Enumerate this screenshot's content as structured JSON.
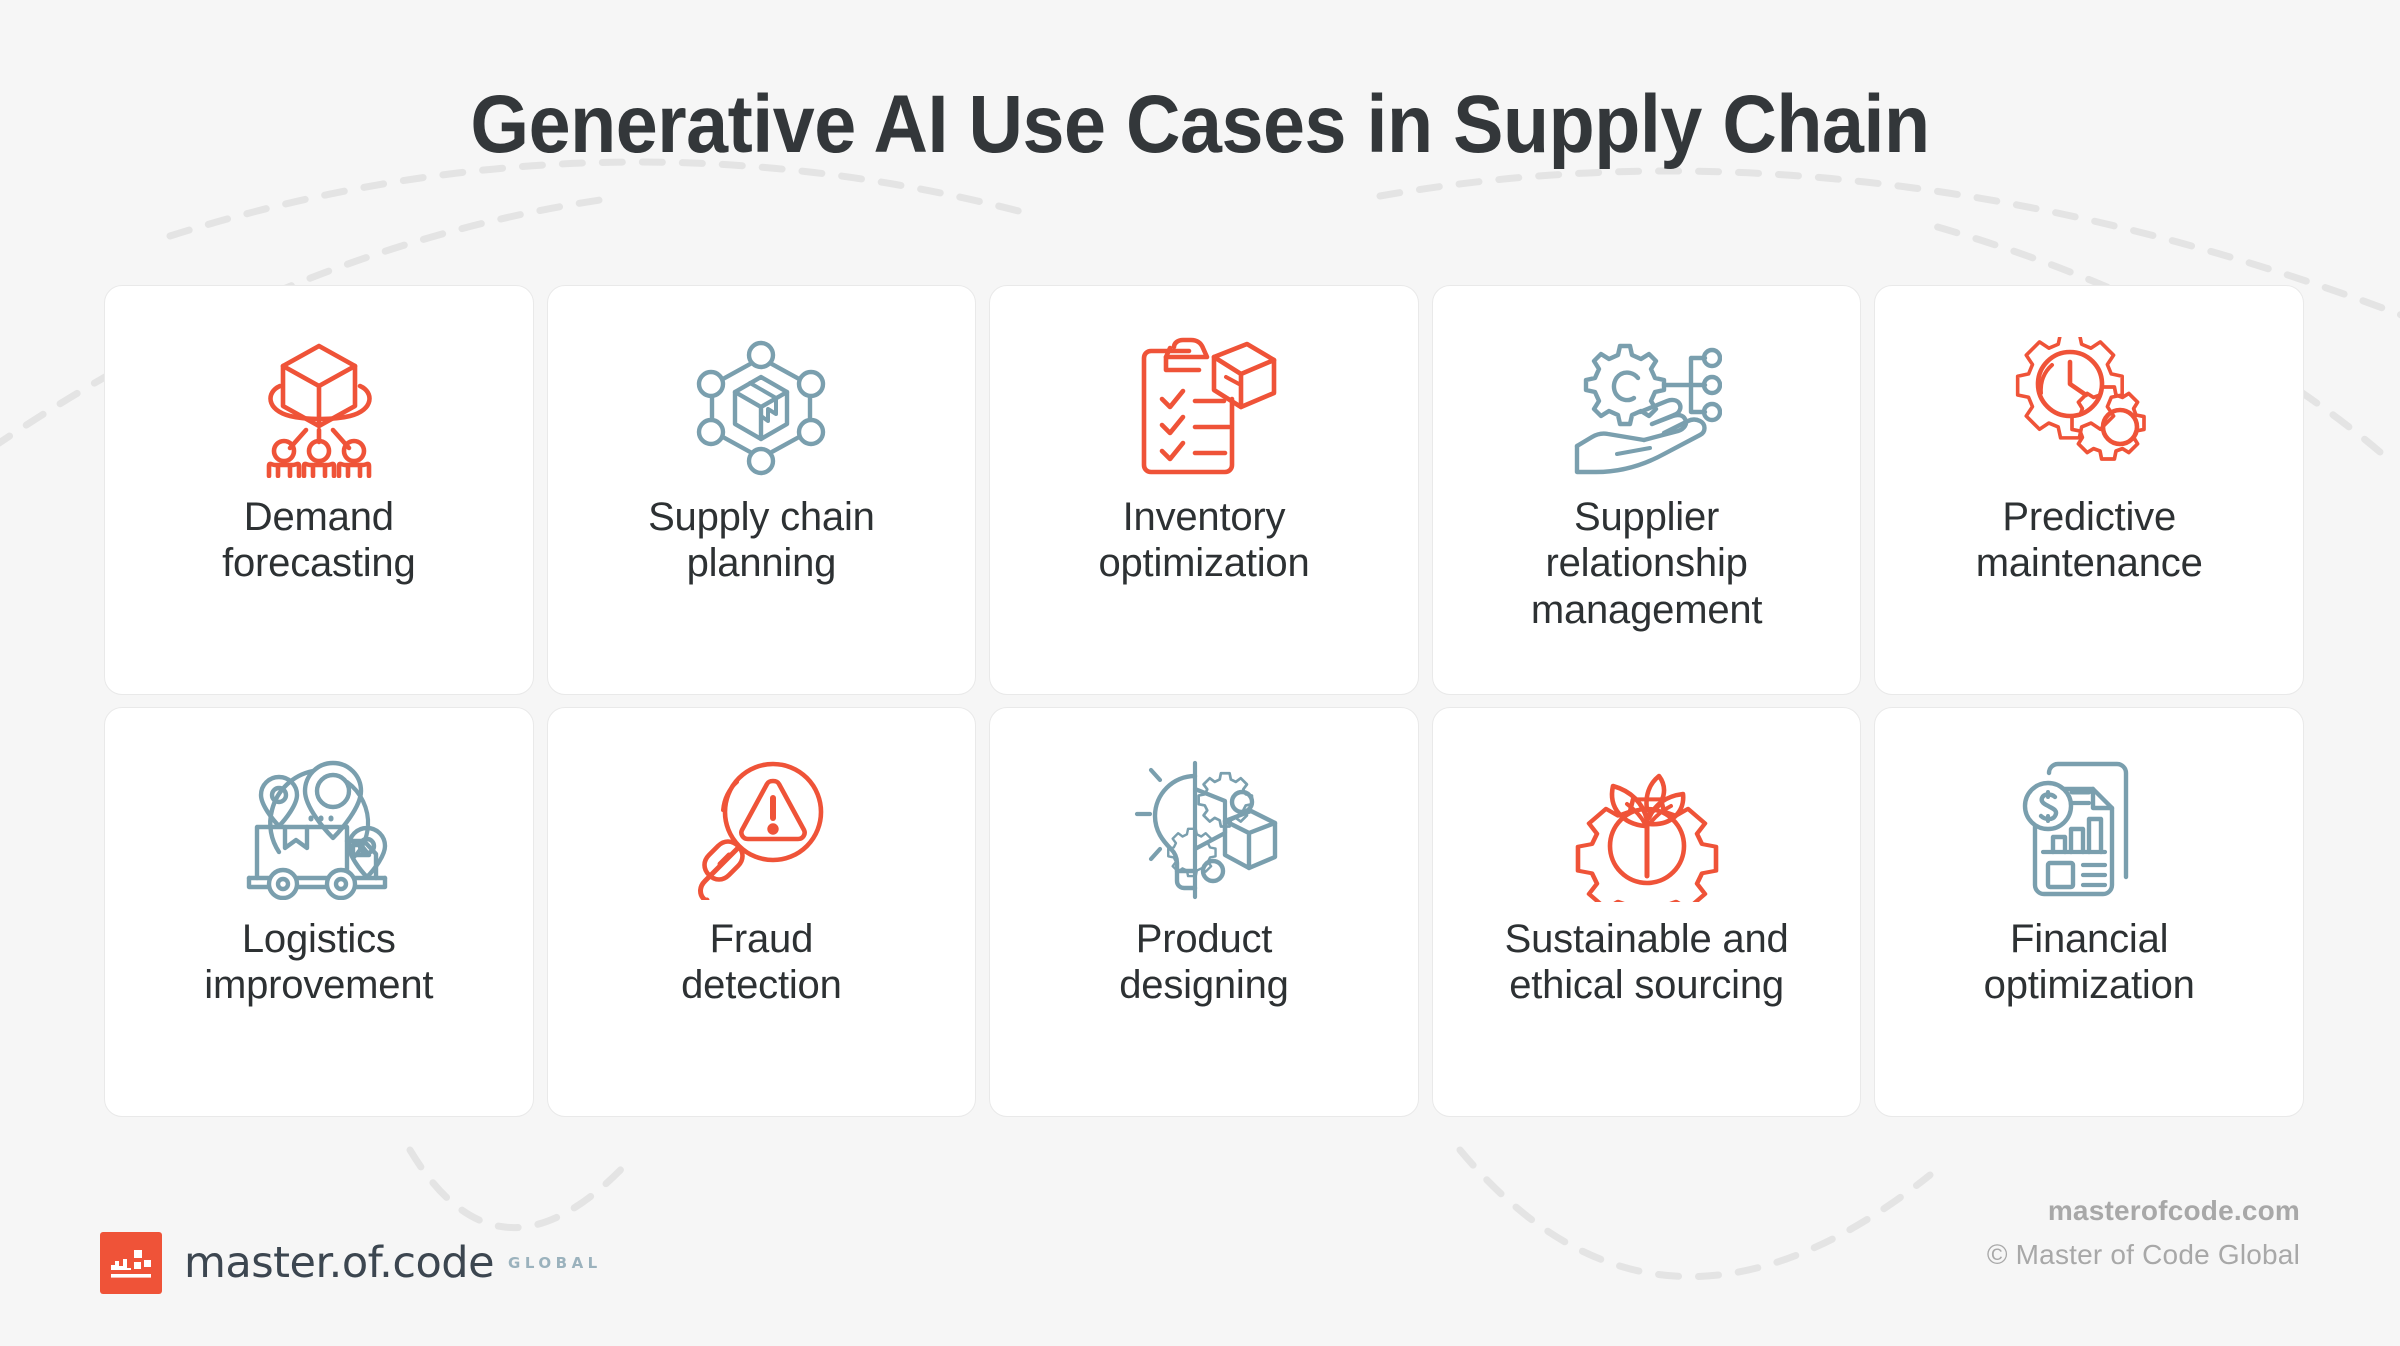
{
  "title": "Generative AI Use Cases in Supply Chain",
  "colors": {
    "background": "#f6f6f6",
    "card_background": "#ffffff",
    "card_border": "#e9e9e9",
    "title_text": "#33373a",
    "label_text": "#2d3133",
    "accent_orange": "#ef5338",
    "accent_teal": "#7a9fae",
    "footer_text": "#a8a8a8",
    "wordmark": "#3c4650",
    "global_text": "#9bb2bd",
    "deco_dash": "#e4e4e4"
  },
  "cards": [
    {
      "label": "Demand\nforecasting",
      "label_line1": "Demand",
      "label_line2": "forecasting",
      "icon": "cube-people-network-icon",
      "color": "orange"
    },
    {
      "label": "Supply chain\nplanning",
      "label_line1": "Supply chain",
      "label_line2": "planning",
      "icon": "hexagon-network-box-icon",
      "color": "teal"
    },
    {
      "label": "Inventory\noptimization",
      "label_line1": "Inventory",
      "label_line2": "optimization",
      "icon": "clipboard-checklist-box-icon",
      "color": "orange"
    },
    {
      "label": "Supplier\nrelationship\nmanagement",
      "label_line1": "Supplier",
      "label_line2": "relationship",
      "label_line3": "management",
      "icon": "gear-network-hand-icon",
      "color": "teal"
    },
    {
      "label": "Predictive\nmaintenance",
      "label_line1": "Predictive",
      "label_line2": "maintenance",
      "icon": "gears-clock-icon",
      "color": "orange"
    },
    {
      "label": "Logistics\nimprovement",
      "label_line1": "Logistics",
      "label_line2": "improvement",
      "icon": "delivery-truck-map-pins-icon",
      "color": "teal"
    },
    {
      "label": "Fraud\ndetection",
      "label_line1": "Fraud",
      "label_line2": "detection",
      "icon": "magnifier-warning-icon",
      "color": "orange"
    },
    {
      "label": "Product\ndesigning",
      "label_line1": "Product",
      "label_line2": "designing",
      "icon": "lightbulb-gears-box-icon",
      "color": "teal"
    },
    {
      "label": "Sustainable and\nethical sourcing",
      "label_line1": "Sustainable and",
      "label_line2": "ethical sourcing",
      "icon": "gear-plant-sprout-icon",
      "color": "orange"
    },
    {
      "label": "Financial\noptimization",
      "label_line1": "Financial",
      "label_line2": "optimization",
      "icon": "document-chart-dollar-icon",
      "color": "teal"
    }
  ],
  "footer": {
    "logo_wordmark": "master.of.code",
    "logo_global": "GLOBAL",
    "site": "masterofcode.com",
    "copyright": "© Master of Code Global"
  }
}
